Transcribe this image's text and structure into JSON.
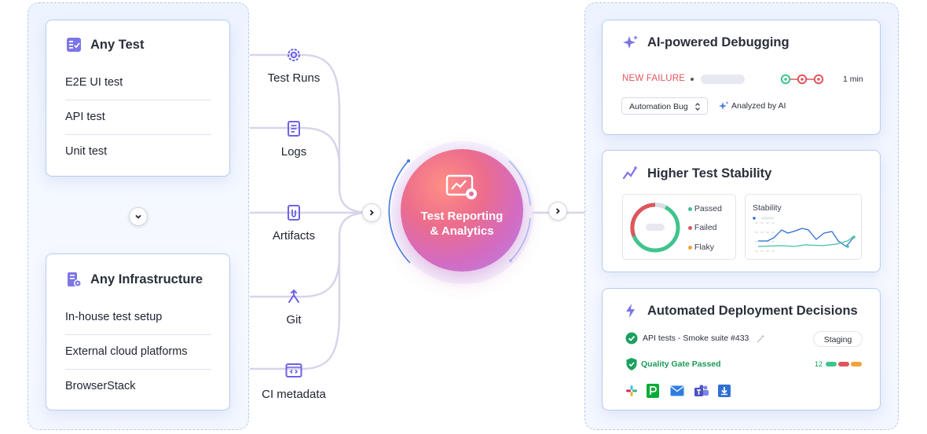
{
  "left": {
    "any_test": {
      "title": "Any Test",
      "items": [
        "E2E UI test",
        "API test",
        "Unit test"
      ]
    },
    "any_infra": {
      "title": "Any Infrastructure",
      "items": [
        "In-house test setup",
        "External cloud platforms",
        "BrowserStack"
      ]
    }
  },
  "sources": [
    {
      "label": "Test Runs",
      "icon": "gear-icon"
    },
    {
      "label": "Logs",
      "icon": "document-icon"
    },
    {
      "label": "Artifacts",
      "icon": "paperclip-icon"
    },
    {
      "label": "Git",
      "icon": "git-merge-icon"
    },
    {
      "label": "CI metadata",
      "icon": "code-window-icon"
    }
  ],
  "hub": {
    "line1": "Test Reporting",
    "line2": "& Analytics"
  },
  "debugging": {
    "title": "AI-powered Debugging",
    "status": "NEW FAILURE",
    "duration": "1 min",
    "bug_select": "Automation Bug",
    "analyzed": "Analyzed by AI"
  },
  "stability": {
    "title": "Higher Test Stability",
    "legend": [
      "Passed",
      "Failed",
      "Flaky"
    ],
    "chart_title": "Stability"
  },
  "deployment": {
    "title": "Automated Deployment Decisions",
    "run": "API tests - Smoke suite #433",
    "env": "Staging",
    "gate": "Quality Gate Passed",
    "count": "12"
  },
  "colors": {
    "accent": "#6b63e6",
    "failure": "#e0555b",
    "passed": "#3fc48e",
    "flaky": "#f2a33a",
    "blue_line": "#2f6fd6",
    "green_line": "#3fc4a0"
  }
}
